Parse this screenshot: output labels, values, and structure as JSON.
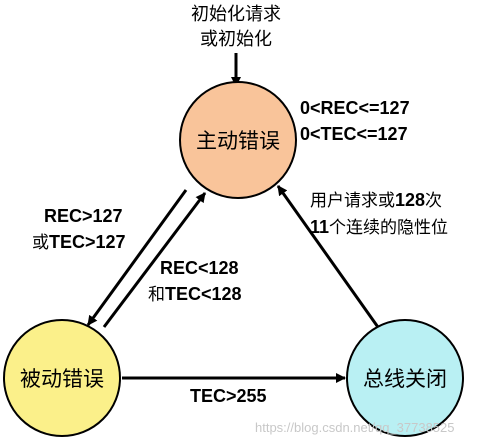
{
  "trigger": {
    "line1": "初始化请求",
    "line2": "或初始化"
  },
  "nodes": {
    "active": {
      "label": "主动错误",
      "color": "#f9c49a"
    },
    "passive": {
      "label": "被动错误",
      "color": "#fbf08a"
    },
    "busoff": {
      "label": "总线关闭",
      "color": "#b9f0f3"
    }
  },
  "conditions": {
    "active_range_1": "0<REC<=127",
    "active_range_2": "0<TEC<=127",
    "to_passive_1": "REC>127",
    "to_passive_2_prefix": "或",
    "to_passive_2_rest": "TEC>127",
    "to_active_1": "REC<128",
    "to_active_2_prefix": "和",
    "to_active_2_rest": "TEC<128",
    "to_busoff": "TEC>255",
    "recover_1_prefix": "用户请求或",
    "recover_1_num": "128",
    "recover_1_suffix": "次",
    "recover_2_num": "11",
    "recover_2_rest": "个连续的隐性位"
  },
  "watermark": "https://blog.csdn.net/qq_37738525"
}
